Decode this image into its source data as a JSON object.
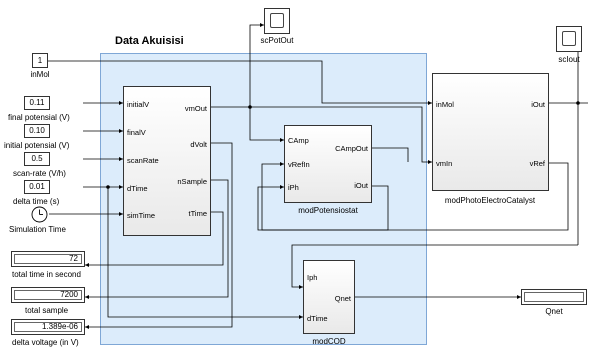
{
  "area": {
    "title": "Data Akuisisi"
  },
  "constants": {
    "inMol": {
      "value": "1",
      "label": "inMol"
    },
    "initialV": {
      "value": "0.11",
      "label": "final potensial (V)"
    },
    "finalV": {
      "value": "0.10",
      "label": "initial potensial (V)"
    },
    "scanRate": {
      "value": "0.5",
      "label": "scan-rate (V/h)"
    },
    "dTime": {
      "value": "0.01",
      "label": "delta time (s)"
    }
  },
  "clock": {
    "label": "Simulation Time",
    "icon": "clock-icon"
  },
  "subsystems": {
    "dataAcq": {
      "inputs": [
        "initialV",
        "finalV",
        "scanRate",
        "dTime",
        "simTime"
      ],
      "outputs": [
        "vmOut",
        "dVolt",
        "nSample",
        "tTime"
      ]
    },
    "potensiostat": {
      "label": "modPotensiostat",
      "inputs": [
        "CAmp",
        "vRefIn",
        "iPh"
      ],
      "outputs": [
        "CAmpOut",
        "iOut"
      ]
    },
    "photo": {
      "label": "modPhotoElectroCatalyst",
      "inputs": [
        "inMol",
        "vmIn"
      ],
      "outputs": [
        "iOut",
        "vRef"
      ]
    },
    "cod": {
      "label": "modCOD",
      "inputs": [
        "Iph",
        "dTime"
      ],
      "outputs": [
        "Qnet"
      ]
    }
  },
  "scopes": {
    "scPotOut": {
      "label": "scPotOut"
    },
    "scIout": {
      "label": "scIout"
    }
  },
  "displays": {
    "totalTime": {
      "value": "72",
      "label": "total time in second"
    },
    "totalSample": {
      "value": "7200",
      "label": "total sample"
    },
    "deltaVoltage": {
      "value": "1.389e-06",
      "label": "delta voltage (in V)"
    },
    "qnet": {
      "value": "",
      "label": "Qnet"
    }
  }
}
